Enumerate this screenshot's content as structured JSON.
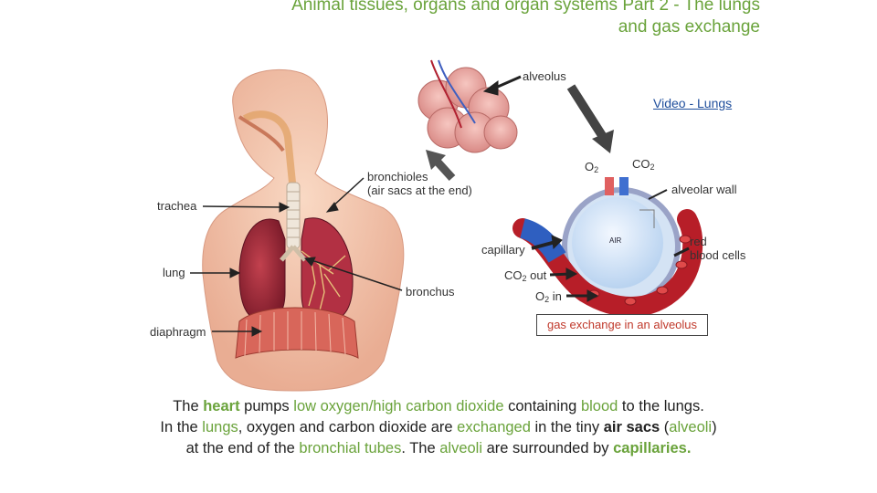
{
  "slide": {
    "title_line1": "Animal tissues, organs and organ systems Part 2 - The lungs",
    "title_line2": "and gas exchange",
    "video_link": "Video - Lungs"
  },
  "labels": {
    "alveolus": "alveolus",
    "bronchioles_1": "bronchioles",
    "bronchioles_2": "(air sacs at the end)",
    "trachea": "trachea",
    "lung": "lung",
    "bronchus": "bronchus",
    "diaphragm": "diaphragm",
    "o2": "O",
    "o2_sub": "2",
    "co2": "CO",
    "co2_sub": "2",
    "alveolar_wall": "alveolar wall",
    "capillary": "capillary",
    "red_blood_cells_1": "red",
    "red_blood_cells_2": "blood cells",
    "co2_out_a": "CO",
    "co2_out_sub": "2",
    "co2_out_b": " out",
    "o2_in_a": "O",
    "o2_in_sub": "2",
    "o2_in_b": " in",
    "air": "AIR",
    "gas_exchange": "gas exchange in an alveolus"
  },
  "text": {
    "l1_a": "The ",
    "l1_heart": "heart",
    "l1_b": " pumps ",
    "l1_low": "low oxygen/high carbon dioxide",
    "l1_c": " containing ",
    "l1_blood": "blood",
    "l1_d": " to the lungs.",
    "l2_a": "In the ",
    "l2_lungs": "lungs",
    "l2_b": ", oxygen and carbon dioxide are ",
    "l2_exch": "exchanged",
    "l2_c": " in the tiny ",
    "l2_air": "air sacs",
    "l2_d": " (",
    "l2_alv": "alveoli",
    "l2_e": ")",
    "l3_a": "at the end of the ",
    "l3_bron": "bronchial tubes",
    "l3_b": ". The ",
    "l3_alv": "alveoli",
    "l3_c": " are surrounded by ",
    "l3_cap": "capillaries."
  },
  "colors": {
    "accent_green": "#6aa33b",
    "link_blue": "#1f4e9c",
    "caption_red": "#c0392b"
  }
}
